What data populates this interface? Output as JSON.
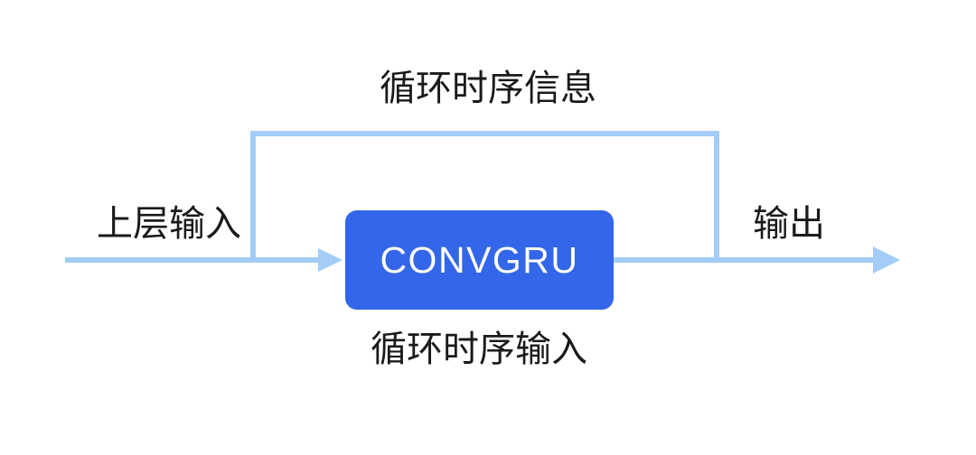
{
  "diagram": {
    "title": "ConvGRU recurrent block diagram",
    "background_color": "#ffffff",
    "colors": {
      "node_fill": "#3366e8",
      "node_text": "#ffffff",
      "flow_line": "#a3cdf7",
      "label_text": "#1a1a1a"
    },
    "node": {
      "label": "CONVGRU",
      "shape": "rounded-rectangle"
    },
    "labels": {
      "loop_top": "循环时序信息",
      "loop_bottom": "循环时序输入",
      "upper_input": "上层输入",
      "output": "输出"
    },
    "edges": [
      {
        "name": "main-flow",
        "from": "上层输入",
        "to": "输出",
        "arrowheads": 2,
        "color": "#a3cdf7"
      },
      {
        "name": "recurrent-feedback-loop",
        "from": "输出",
        "to": "CONVGRU",
        "arrowheads": 0,
        "color": "#a3cdf7"
      }
    ]
  }
}
